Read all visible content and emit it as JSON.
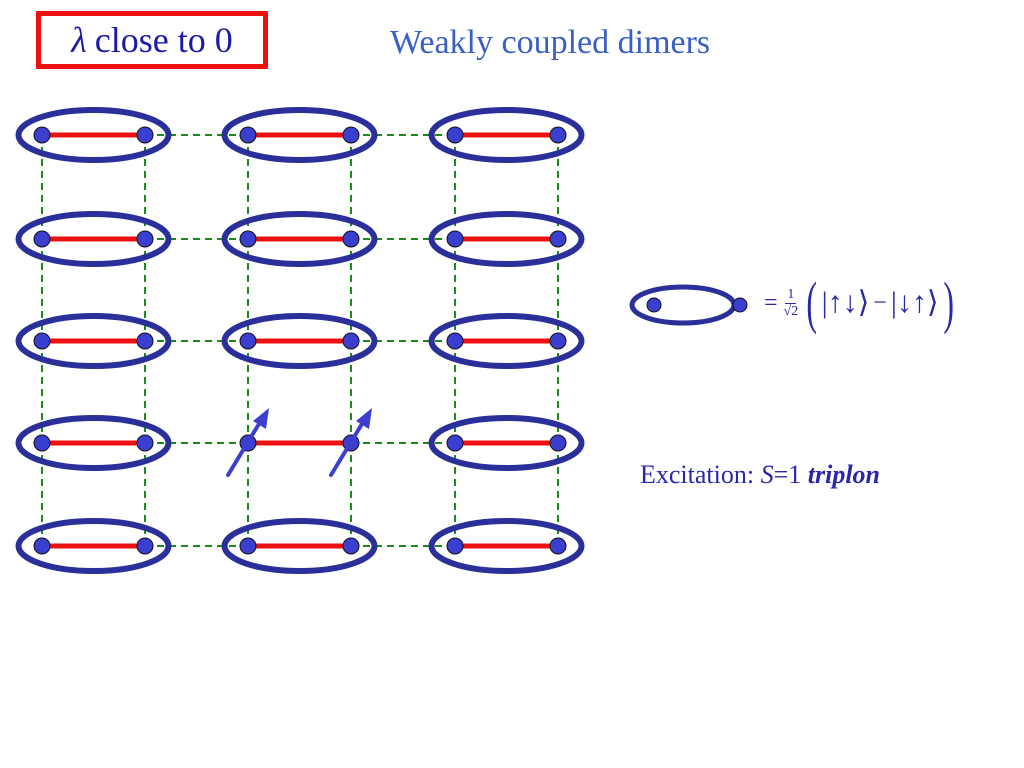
{
  "title": {
    "symbol": "λ",
    "text": "close to 0"
  },
  "subtitle": "Weakly coupled dimers",
  "legend": {
    "equals": "=",
    "fraction_numerator": "1",
    "fraction_denominator": "√2",
    "open_paren": "(",
    "state_a": "|↑↓⟩",
    "minus": "−",
    "state_b": "|↓↑⟩",
    "close_paren": ")"
  },
  "excitation": {
    "prefix": "Excitation: ",
    "variable": "S",
    "value": "=1 ",
    "emphasis": "triplon"
  },
  "colors": {
    "dimer_ring": "#2b2f9a",
    "spin_site": "#3a3fd0",
    "strong_bond": "#ee1111",
    "weak_bond": "#1a8a1a",
    "title_box": "#ee1111",
    "title_text": "#1a1aa8",
    "subtitle_text": "#3a5fc4",
    "body_text": "#2828a8"
  },
  "lattice": {
    "rows": 5,
    "columns": 3,
    "excited_dimer": {
      "row": 4,
      "column": 2
    }
  }
}
